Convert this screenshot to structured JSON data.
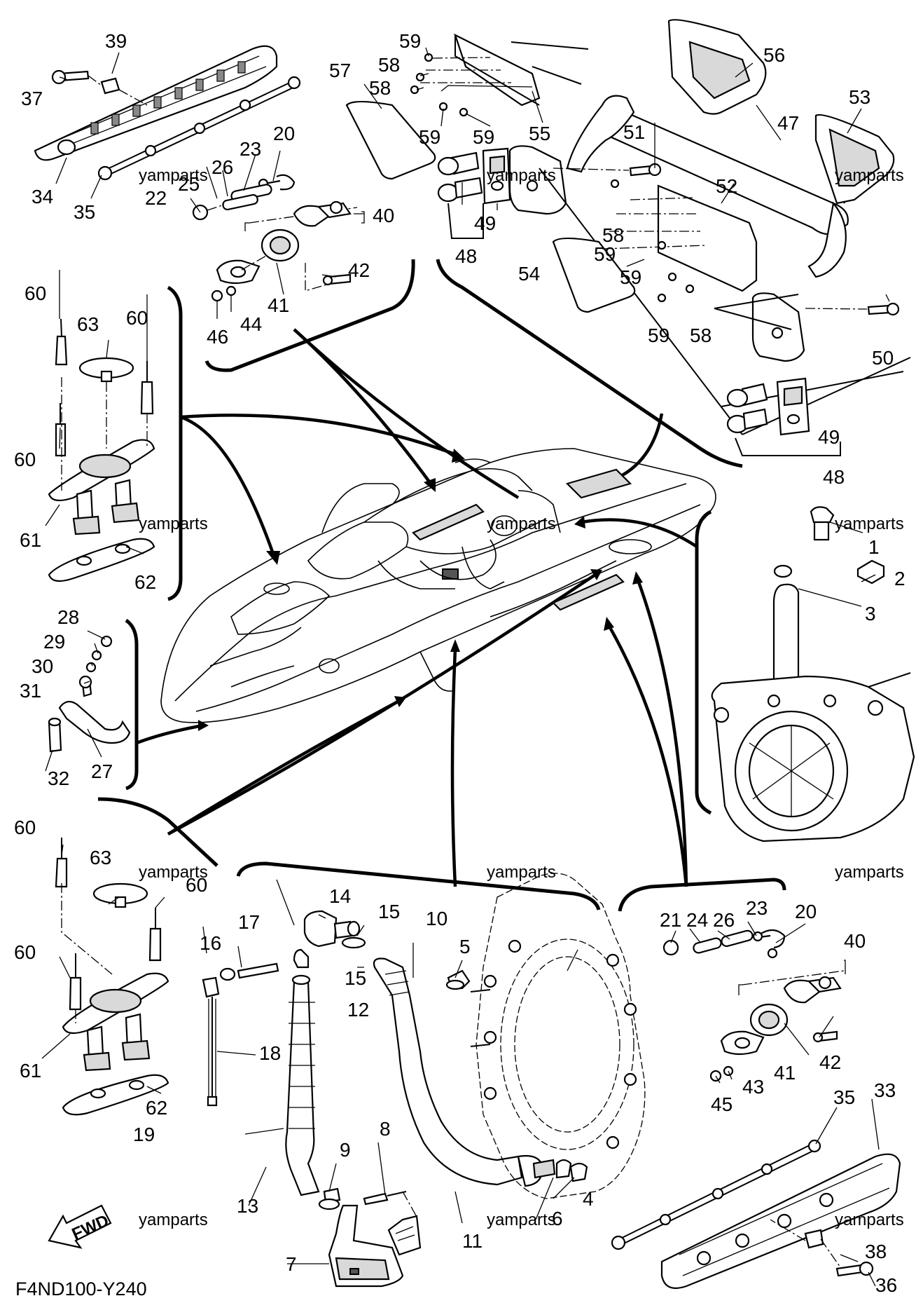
{
  "diagram_code": "F4ND100-Y240",
  "watermark": "yamparts",
  "fwd_label": "FWD",
  "part_numbers": {
    "p1": "1",
    "p2": "2",
    "p3": "3",
    "p4": "4",
    "p5": "5",
    "p6": "6",
    "p7": "7",
    "p8": "8",
    "p9": "9",
    "p10": "10",
    "p11": "11",
    "p12": "12",
    "p13": "13",
    "p14": "14",
    "p15": "15",
    "p16": "16",
    "p17": "17",
    "p18": "18",
    "p19": "19",
    "p20": "20",
    "p21": "21",
    "p22": "22",
    "p23": "23",
    "p24": "24",
    "p25": "25",
    "p26": "26",
    "p27": "27",
    "p28": "28",
    "p29": "29",
    "p30": "30",
    "p31": "31",
    "p32": "32",
    "p33": "33",
    "p34": "34",
    "p35": "35",
    "p36": "36",
    "p37": "37",
    "p38": "38",
    "p39": "39",
    "p40": "40",
    "p41": "41",
    "p42": "42",
    "p43": "43",
    "p44": "44",
    "p45": "45",
    "p46": "46",
    "p47": "47",
    "p48": "48",
    "p49": "49",
    "p50": "50",
    "p51": "51",
    "p52": "52",
    "p53": "53",
    "p54": "54",
    "p55": "55",
    "p56": "56",
    "p57": "57",
    "p58": "58",
    "p59": "59",
    "p60": "60",
    "p61": "61",
    "p62": "62",
    "p63": "63"
  }
}
